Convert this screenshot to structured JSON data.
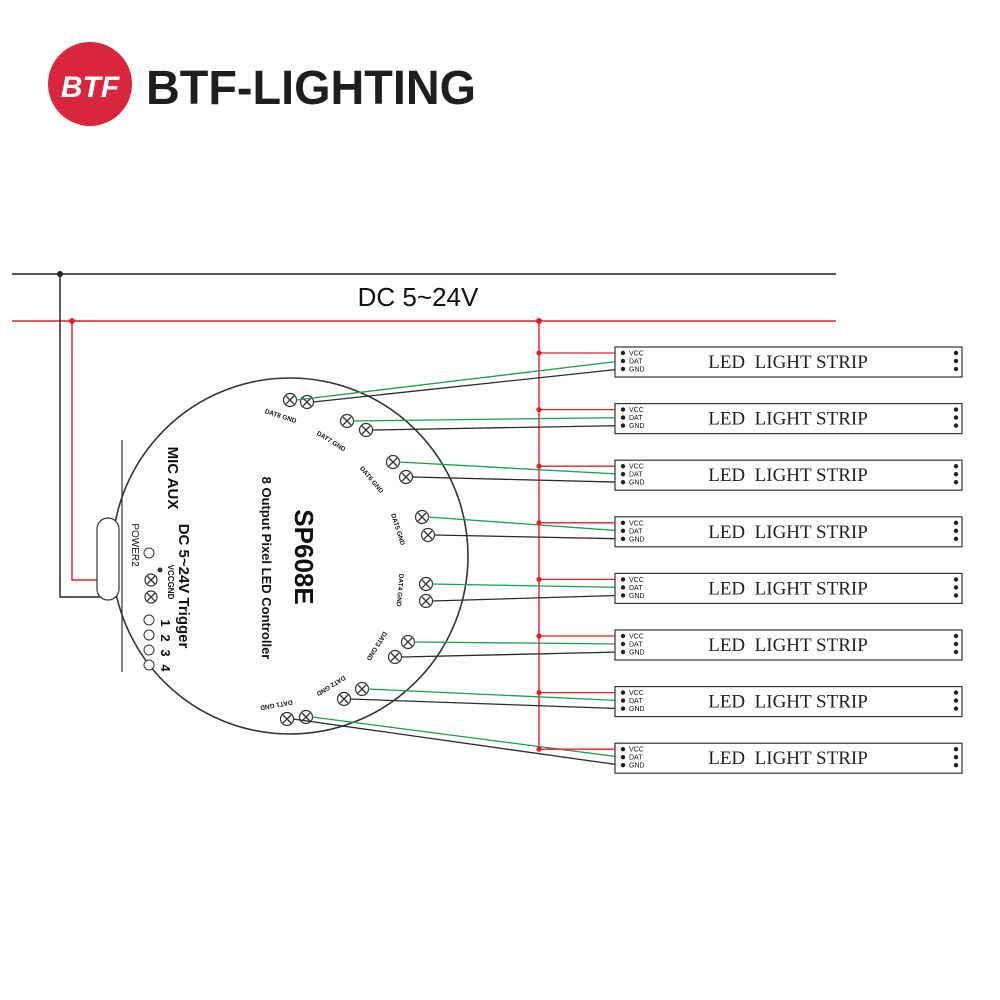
{
  "brand": {
    "name": "BTF-LIGHTING",
    "logo_mark": "BTF",
    "logo_color": "#d7263d"
  },
  "supply": {
    "label": "DC 5~24V",
    "positive_color": "#e0202a",
    "negative_color": "#1a1a1a"
  },
  "controller": {
    "model": "SP608E",
    "subtitle": "8 Output Pixel LED Controller",
    "trigger_label": "DC 5~24V Trigger",
    "mic_aux_label": "MIC AUX",
    "power_label": "POWER2",
    "vcc_gnd_label": "VCCGND",
    "trigger_numbers": [
      "1",
      "2",
      "3",
      "4"
    ],
    "outputs": [
      {
        "label": "DAT8 GND"
      },
      {
        "label": "DAT7 GND"
      },
      {
        "label": "DAT6 GND"
      },
      {
        "label": "DAT5 GND"
      },
      {
        "label": "DAT4 GND"
      },
      {
        "label": "DAT3 GND"
      },
      {
        "label": "DAT2 GND"
      },
      {
        "label": "DAT1 GND"
      }
    ]
  },
  "strip": {
    "label": "LED  LIGHT STRIP",
    "pins": [
      "VCC",
      "DAT",
      "GND"
    ],
    "count": 8,
    "data_wire_color": "#1f9a5a"
  }
}
